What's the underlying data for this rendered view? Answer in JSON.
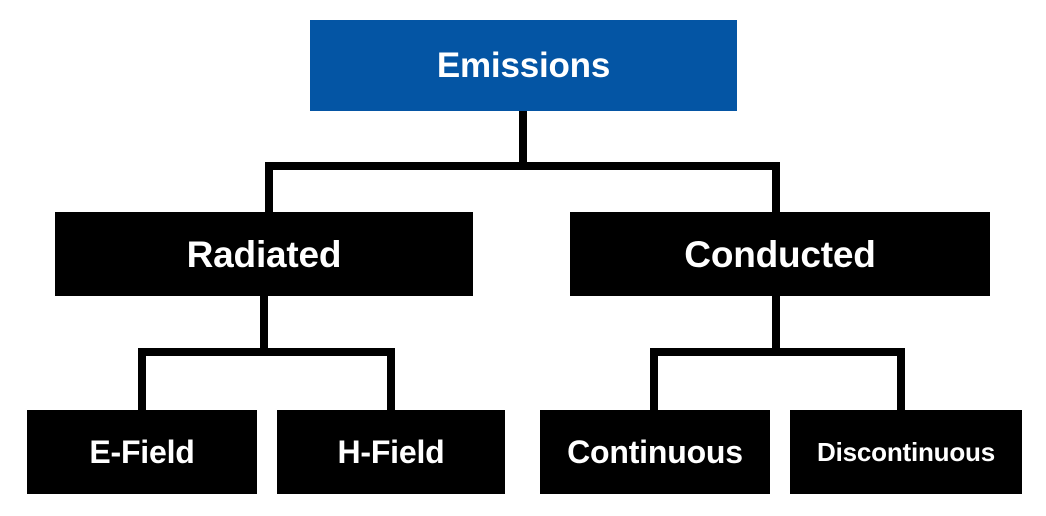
{
  "diagram": {
    "type": "hierarchy-tree",
    "title": "Emissions",
    "orientation": "top-down",
    "levels": 3,
    "colors": {
      "root_fill": "#0455a4",
      "node_fill": "#000000",
      "label_color": "#ffffff",
      "connector_color": "#000000",
      "background": "#ffffff"
    },
    "nodes": {
      "root": {
        "label": "Emissions",
        "level": 1
      },
      "radiated": {
        "label": "Radiated",
        "level": 2,
        "parent": "Emissions"
      },
      "conducted": {
        "label": "Conducted",
        "level": 2,
        "parent": "Emissions"
      },
      "e_field": {
        "label": "E-Field",
        "level": 3,
        "parent": "Radiated"
      },
      "h_field": {
        "label": "H-Field",
        "level": 3,
        "parent": "Radiated"
      },
      "continuous": {
        "label": "Continuous",
        "level": 3,
        "parent": "Conducted"
      },
      "discontinuous": {
        "label": "Discontinuous",
        "level": 3,
        "parent": "Conducted"
      }
    }
  }
}
